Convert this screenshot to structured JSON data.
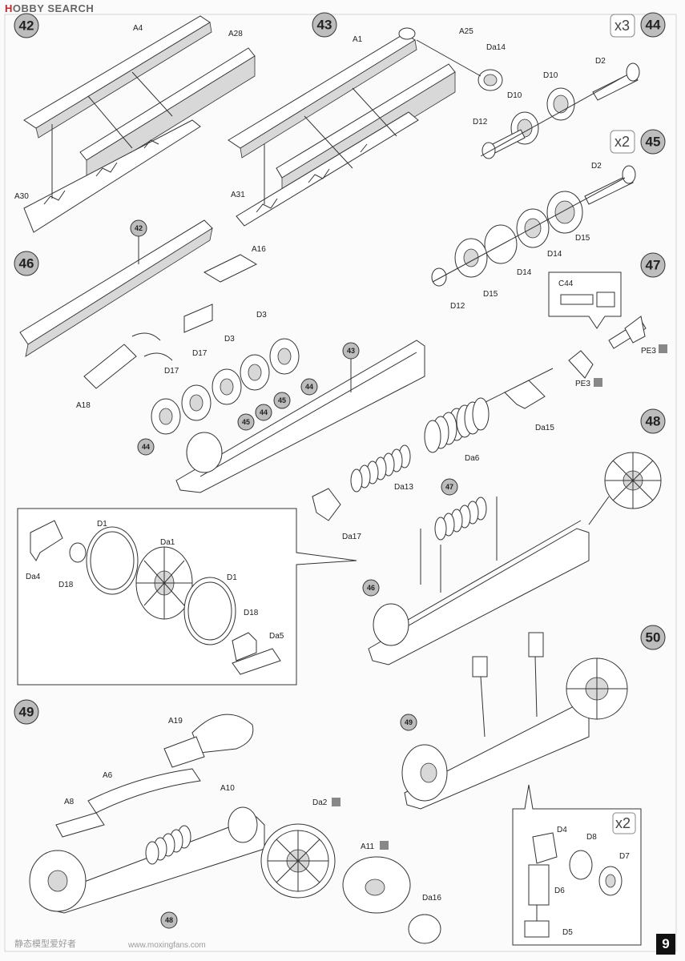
{
  "header": {
    "watermark_hobby": "H",
    "watermark_rest": "OBBY SEARCH"
  },
  "page_number": "9",
  "footer_watermark_cn": "静态模型爱好者",
  "footer_watermark_url": "www.moxingfans.com",
  "steps": {
    "s42": "42",
    "s43": "43",
    "s44": "44",
    "s45": "45",
    "s46": "46",
    "s47": "47",
    "s48": "48",
    "s49": "49",
    "s50": "50"
  },
  "multipliers": {
    "m44": "x3",
    "m45": "x2",
    "m50": "x2"
  },
  "labels": {
    "A4": "A4",
    "A28": "A28",
    "A30": "A30",
    "A1": "A1",
    "A25": "A25",
    "A31": "A31",
    "Da14": "Da14",
    "D2a": "D2",
    "D10a": "D10",
    "D10b": "D10",
    "D12a": "D12",
    "D2b": "D2",
    "D15a": "D15",
    "D14a": "D14",
    "D14b": "D14",
    "D15b": "D15",
    "D12b": "D12",
    "C44": "C44",
    "PE3a": "PE3",
    "PE3b": "PE3",
    "A16": "A16",
    "D3a": "D3",
    "D3b": "D3",
    "D17a": "D17",
    "D17b": "D17",
    "A18": "A18",
    "Da15": "Da15",
    "Da6": "Da6",
    "Da13": "Da13",
    "Da17": "Da17",
    "D1a": "D1",
    "Da1": "Da1",
    "Da4": "Da4",
    "D18a": "D18",
    "D1b": "D1",
    "D18b": "D18",
    "Da5": "Da5",
    "A19": "A19",
    "A6": "A6",
    "A8": "A8",
    "A10": "A10",
    "Da2": "Da2",
    "A11": "A11",
    "Da16": "Da16",
    "D4": "D4",
    "D8": "D8",
    "D7": "D7",
    "D6": "D6",
    "D5": "D5"
  },
  "refs": {
    "r42": "42",
    "r43": "43",
    "r44a": "44",
    "r44b": "44",
    "r44c": "44",
    "r45a": "45",
    "r45b": "45",
    "r47": "47",
    "r46": "46",
    "r49": "49",
    "r48": "48"
  }
}
